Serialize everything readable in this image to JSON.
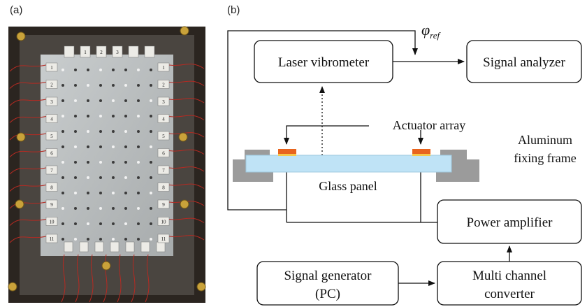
{
  "panels": {
    "a": "(a)",
    "b": "(b)"
  },
  "diagram": {
    "boxes": {
      "laser_vibrometer": "Laser vibrometer",
      "signal_analyzer": "Signal analyzer",
      "power_amplifier": "Power amplifier",
      "signal_generator": [
        "Signal generator",
        "(PC)"
      ],
      "multi_channel_converter": [
        "Multi channel",
        "converter"
      ]
    },
    "labels": {
      "phi": "φ",
      "phi_subscript": "ref",
      "actuator_array": "Actuator array",
      "aluminum_frame": [
        "Aluminum",
        "fixing frame"
      ],
      "glass_panel": "Glass panel"
    }
  },
  "photo": {
    "top_tags": [
      "",
      "1",
      "2",
      "3",
      "",
      ""
    ],
    "bottom_tags": [
      "",
      "",
      "",
      "",
      "",
      "",
      ""
    ],
    "left_tags": [
      "1",
      "2",
      "3",
      "4",
      "5",
      "6",
      "7",
      "8",
      "9",
      "10",
      "11"
    ],
    "right_tags": [
      "1",
      "2",
      "3",
      "4",
      "5",
      "6",
      "7",
      "8",
      "9",
      "10",
      "11"
    ]
  },
  "colors": {
    "frame": "#9b9b9b",
    "glass": "#bfe3f6",
    "actuator": "#e8641e",
    "photo_bg": "#2b2520",
    "plate": "#b9bcbd",
    "wire": "#b52a22"
  }
}
